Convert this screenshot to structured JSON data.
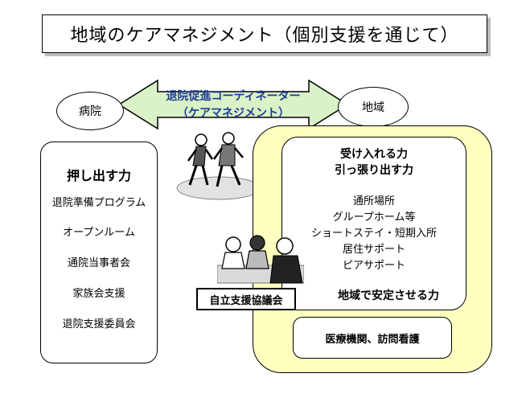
{
  "title": "地域のケアマネジメント（個別支援を通じて）",
  "hospital_label": "病院",
  "community_label": "地域",
  "arrow": {
    "line1": "退院促進コーディネーター",
    "line2": "（ケアマネジメント）"
  },
  "left_box": {
    "heading": "押し出す力",
    "items": [
      "退院準備プログラム",
      "オープンルーム",
      "通院当事者会",
      "家族会支援",
      "退院支援委員会"
    ]
  },
  "community_box": {
    "heading_lines": [
      "受け入れる力",
      "引っ張り出す力"
    ],
    "items": [
      "通所場所",
      "グループホーム等",
      "ショートステイ・短期入所",
      "居住サポート",
      "ピアサポート"
    ],
    "footer": "地域で安定させる力"
  },
  "bottom_box": "医療機関、訪問看護",
  "meeting_label": "自立支援協議会",
  "colors": {
    "arrow_fill": "#d9f2c7",
    "arrow_text": "#1f3a93",
    "yellow_zone": "#ffffc0",
    "title_shadow": "#bdbdbd"
  },
  "icons": {
    "walkers": "walking-people-illustration",
    "meeting": "meeting-people-illustration"
  }
}
